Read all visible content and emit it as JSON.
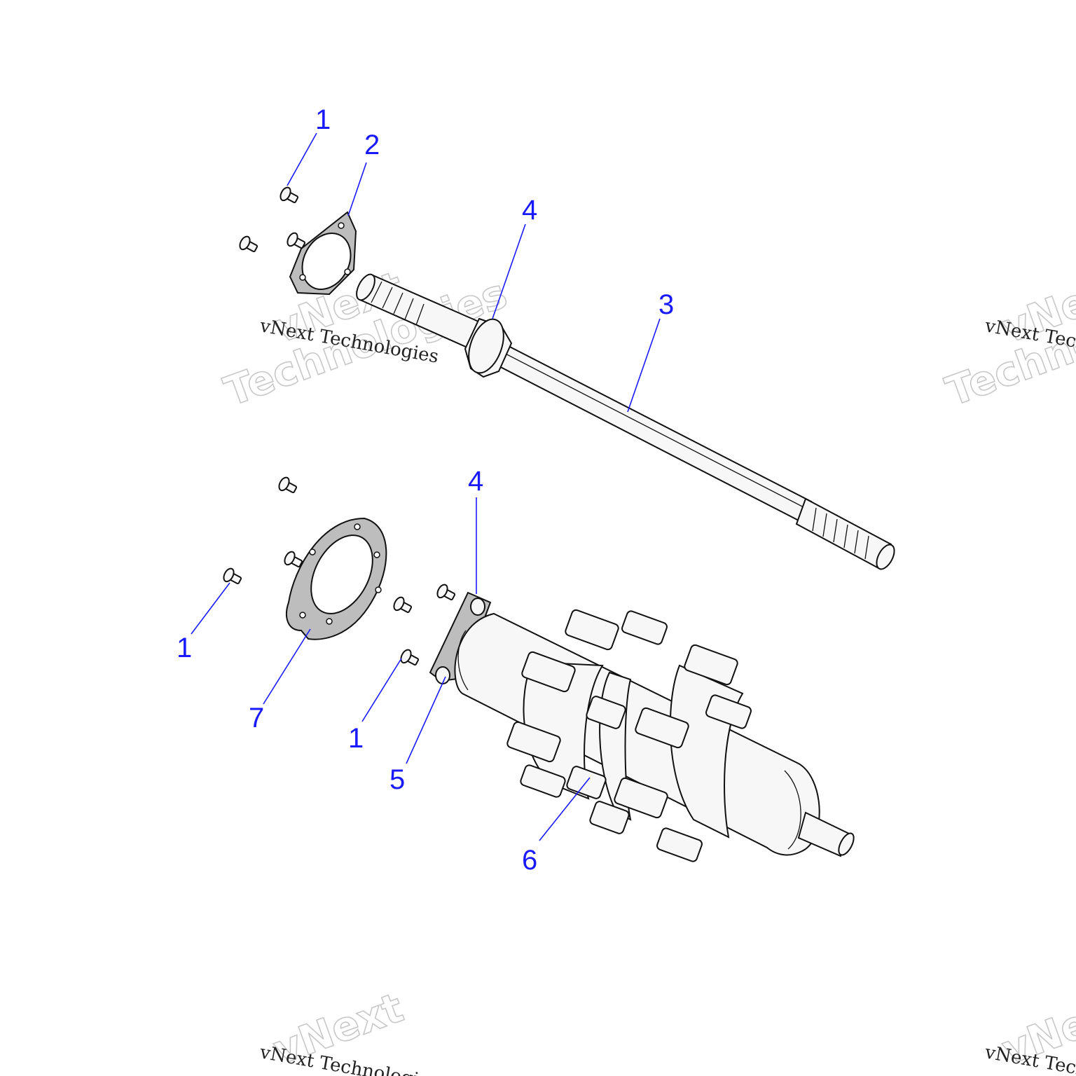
{
  "callouts": {
    "c1a": "1",
    "c2": "2",
    "c4a": "4",
    "c3": "3",
    "c4b": "4",
    "c1b": "1",
    "c7": "7",
    "c1c": "1",
    "c5": "5",
    "c6": "6"
  },
  "watermark": {
    "line": "vNext Technologies",
    "word1": "vNext",
    "word2": "Technologies"
  },
  "colors": {
    "callout": "#1a1aff",
    "gasket": "#bdbdbd"
  }
}
